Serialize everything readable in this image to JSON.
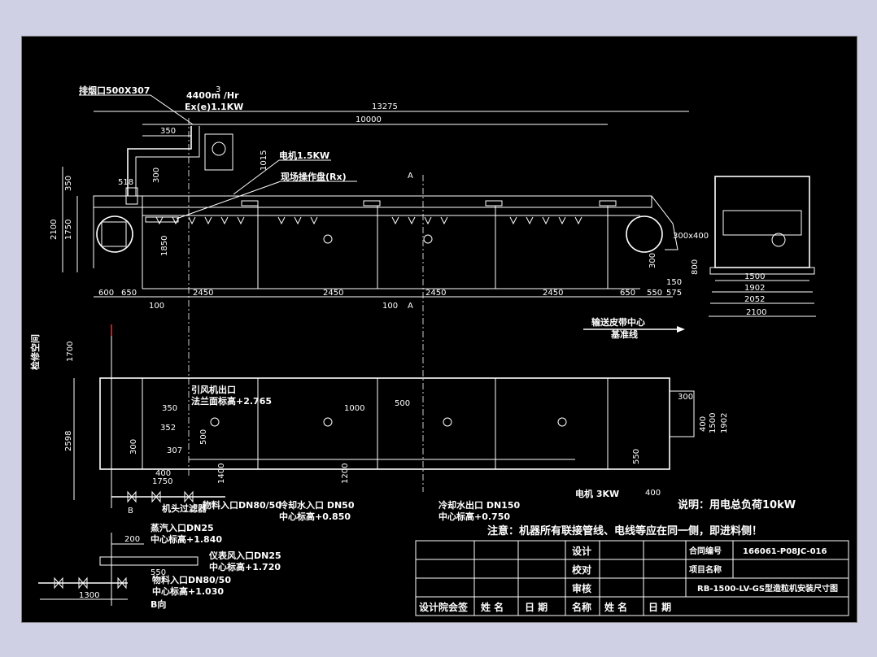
{
  "colors": {
    "background": "#000000",
    "line": "#ffffff",
    "accent": "#ff2020",
    "page": "#cfd0e4"
  },
  "labels": {
    "exhaust": "排烟口500X307",
    "flow": "4400m /Hr",
    "fan_power": "Ex(e)1.1KW",
    "motor": "电机1.5KW",
    "panel": "现场操作盘(Rx)",
    "section_a": "A",
    "conveyor_center": "输送皮带中心",
    "datum": "基准线",
    "fan_outlet": "引风机出口",
    "flange_elev": "法兰面标高+2.765",
    "cool_in": "冷却水入口 DN50",
    "cool_in_elev": "中心标高+0.850",
    "cool_out": "冷却水出口 DN150",
    "cool_out_elev": "中心标高+0.750",
    "motor2": "电机 3KW",
    "power_note": "说明：用电总负荷10kW",
    "note": "注意：机器所有联接管线、电线等应在同一侧，即进料侧！",
    "filter": "机头过滤器",
    "feed_in1": "物料入口DN80/50",
    "steam_in": "蒸汽入口DN25",
    "steam_elev": "中心标高+1.840",
    "inst_air": "仪表风入口DN25",
    "inst_air_elev": "中心标高+1.720",
    "feed_in2": "物料入口DN80/50",
    "feed_in2_elev": "中心标高+1.030",
    "view_b": "B向",
    "inspection": "检修空间",
    "b_marker": "B",
    "flow_sup": "3"
  },
  "dims": {
    "d13275": "13275",
    "d10000": "10000",
    "d350a": "350",
    "d1015": "1015",
    "d350v": "350",
    "d518": "518",
    "d300a": "300",
    "d2100": "2100",
    "d1750": "1750",
    "d1850": "1850",
    "d600": "600",
    "d650a": "650",
    "d2450a": "2450",
    "d2450b": "2450",
    "d2450c": "2450",
    "d2450d": "2450",
    "d650b": "650",
    "d550": "550",
    "d575": "575",
    "d100a": "100",
    "d100b": "100",
    "d300x400": "300x400",
    "d300b": "300",
    "d150": "150",
    "d800": "800",
    "d1500a": "1500",
    "d1902a": "1902",
    "d2052": "2052",
    "d2100b": "2100",
    "d1700": "1700",
    "d2598": "2598",
    "d350b": "350",
    "d352": "352",
    "d307": "307",
    "d500a": "500",
    "d300c": "300",
    "d1000": "1000",
    "d500b": "500",
    "d400a": "400",
    "d1750b": "1750",
    "d1400": "1400",
    "d1200": "1200",
    "d300d": "300",
    "d400b": "400",
    "d1500b": "1500",
    "d1902b": "1902",
    "d550b": "550",
    "d400c": "400",
    "d200": "200",
    "d550c": "550",
    "d1300": "1300"
  },
  "title_block": {
    "design": "设计",
    "proofread": "校对",
    "review": "审核",
    "contract_label": "合同编号",
    "contract_no": "166061-P08JC-016",
    "project_label": "项目名称",
    "drawing_name": "RB-1500-LV-GS型造粒机安装尺寸图",
    "institute_sign": "设计院会签",
    "name1": "姓 名",
    "date1": "日 期",
    "item_name": "名称",
    "name2": "姓 名",
    "date2": "日 期"
  }
}
